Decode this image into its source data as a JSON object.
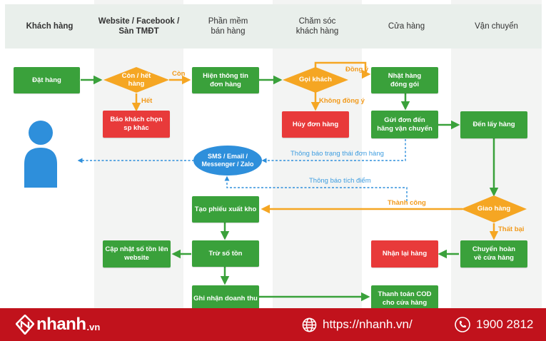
{
  "lanes": [
    {
      "label": "Khách hàng"
    },
    {
      "label": "Website / Facebook /\nSàn TMĐT"
    },
    {
      "label": "Phần mềm\nbán hàng"
    },
    {
      "label": "Chăm sóc\nkhách hàng"
    },
    {
      "label": "Cửa hàng"
    },
    {
      "label": "Vận chuyển"
    }
  ],
  "nodes": {
    "dat_hang": "Đặt hàng",
    "con_het_hang": "Còn / hết\nhàng",
    "bao_khach": "Báo khách chọn\nsp khác",
    "hien_thong_tin": "Hiện thông tin\nđơn hàng",
    "goi_khach": "Gọi khách",
    "huy_don": "Hủy đơn hàng",
    "nhat_hang": "Nhặt hàng\nđóng gói",
    "gui_don": "Gửi đơn đến\nhãng vận chuyển",
    "den_lay_hang": "Đến lấy hàng",
    "sms": "SMS / Email /\nMessenger / Zalo",
    "tao_phieu": "Tạo phiếu xuất kho",
    "giao_hang": "Giao hàng",
    "tru_so_ton": "Trừ số tồn",
    "cap_nhat": "Cập nhật số tồn lên\nwebsite",
    "nhan_lai": "Nhận lại hàng",
    "chuyen_hoan": "Chuyển hoàn\nvề cửa hàng",
    "ghi_nhan": "Ghi nhận doanh thu",
    "thanh_toan": "Thanh toán COD\ncho cửa hàng"
  },
  "edge_labels": {
    "con": "Còn",
    "het": "Hết",
    "dong_y": "Đồng ý",
    "khong_dong_y": "Không đồng ý",
    "thong_bao_trang_thai": "Thông báo trạng thái đơn hàng",
    "thong_bao_tich_diem": "Thông báo tích điểm",
    "thanh_cong": "Thành công",
    "that_bai": "Thất bại"
  },
  "footer": {
    "brand": "nhanh",
    "brand_tld": ".vn",
    "website": "https://nhanh.vn/",
    "phone": "1900 2812"
  },
  "colors": {
    "green": "#3aa13b",
    "red": "#e83a3a",
    "orange": "#f5a623",
    "blue": "#2e8fdb",
    "footer": "#c1121c"
  },
  "icons": [
    "person-icon",
    "globe-icon",
    "phone-icon",
    "nhanh-logo-icon"
  ]
}
